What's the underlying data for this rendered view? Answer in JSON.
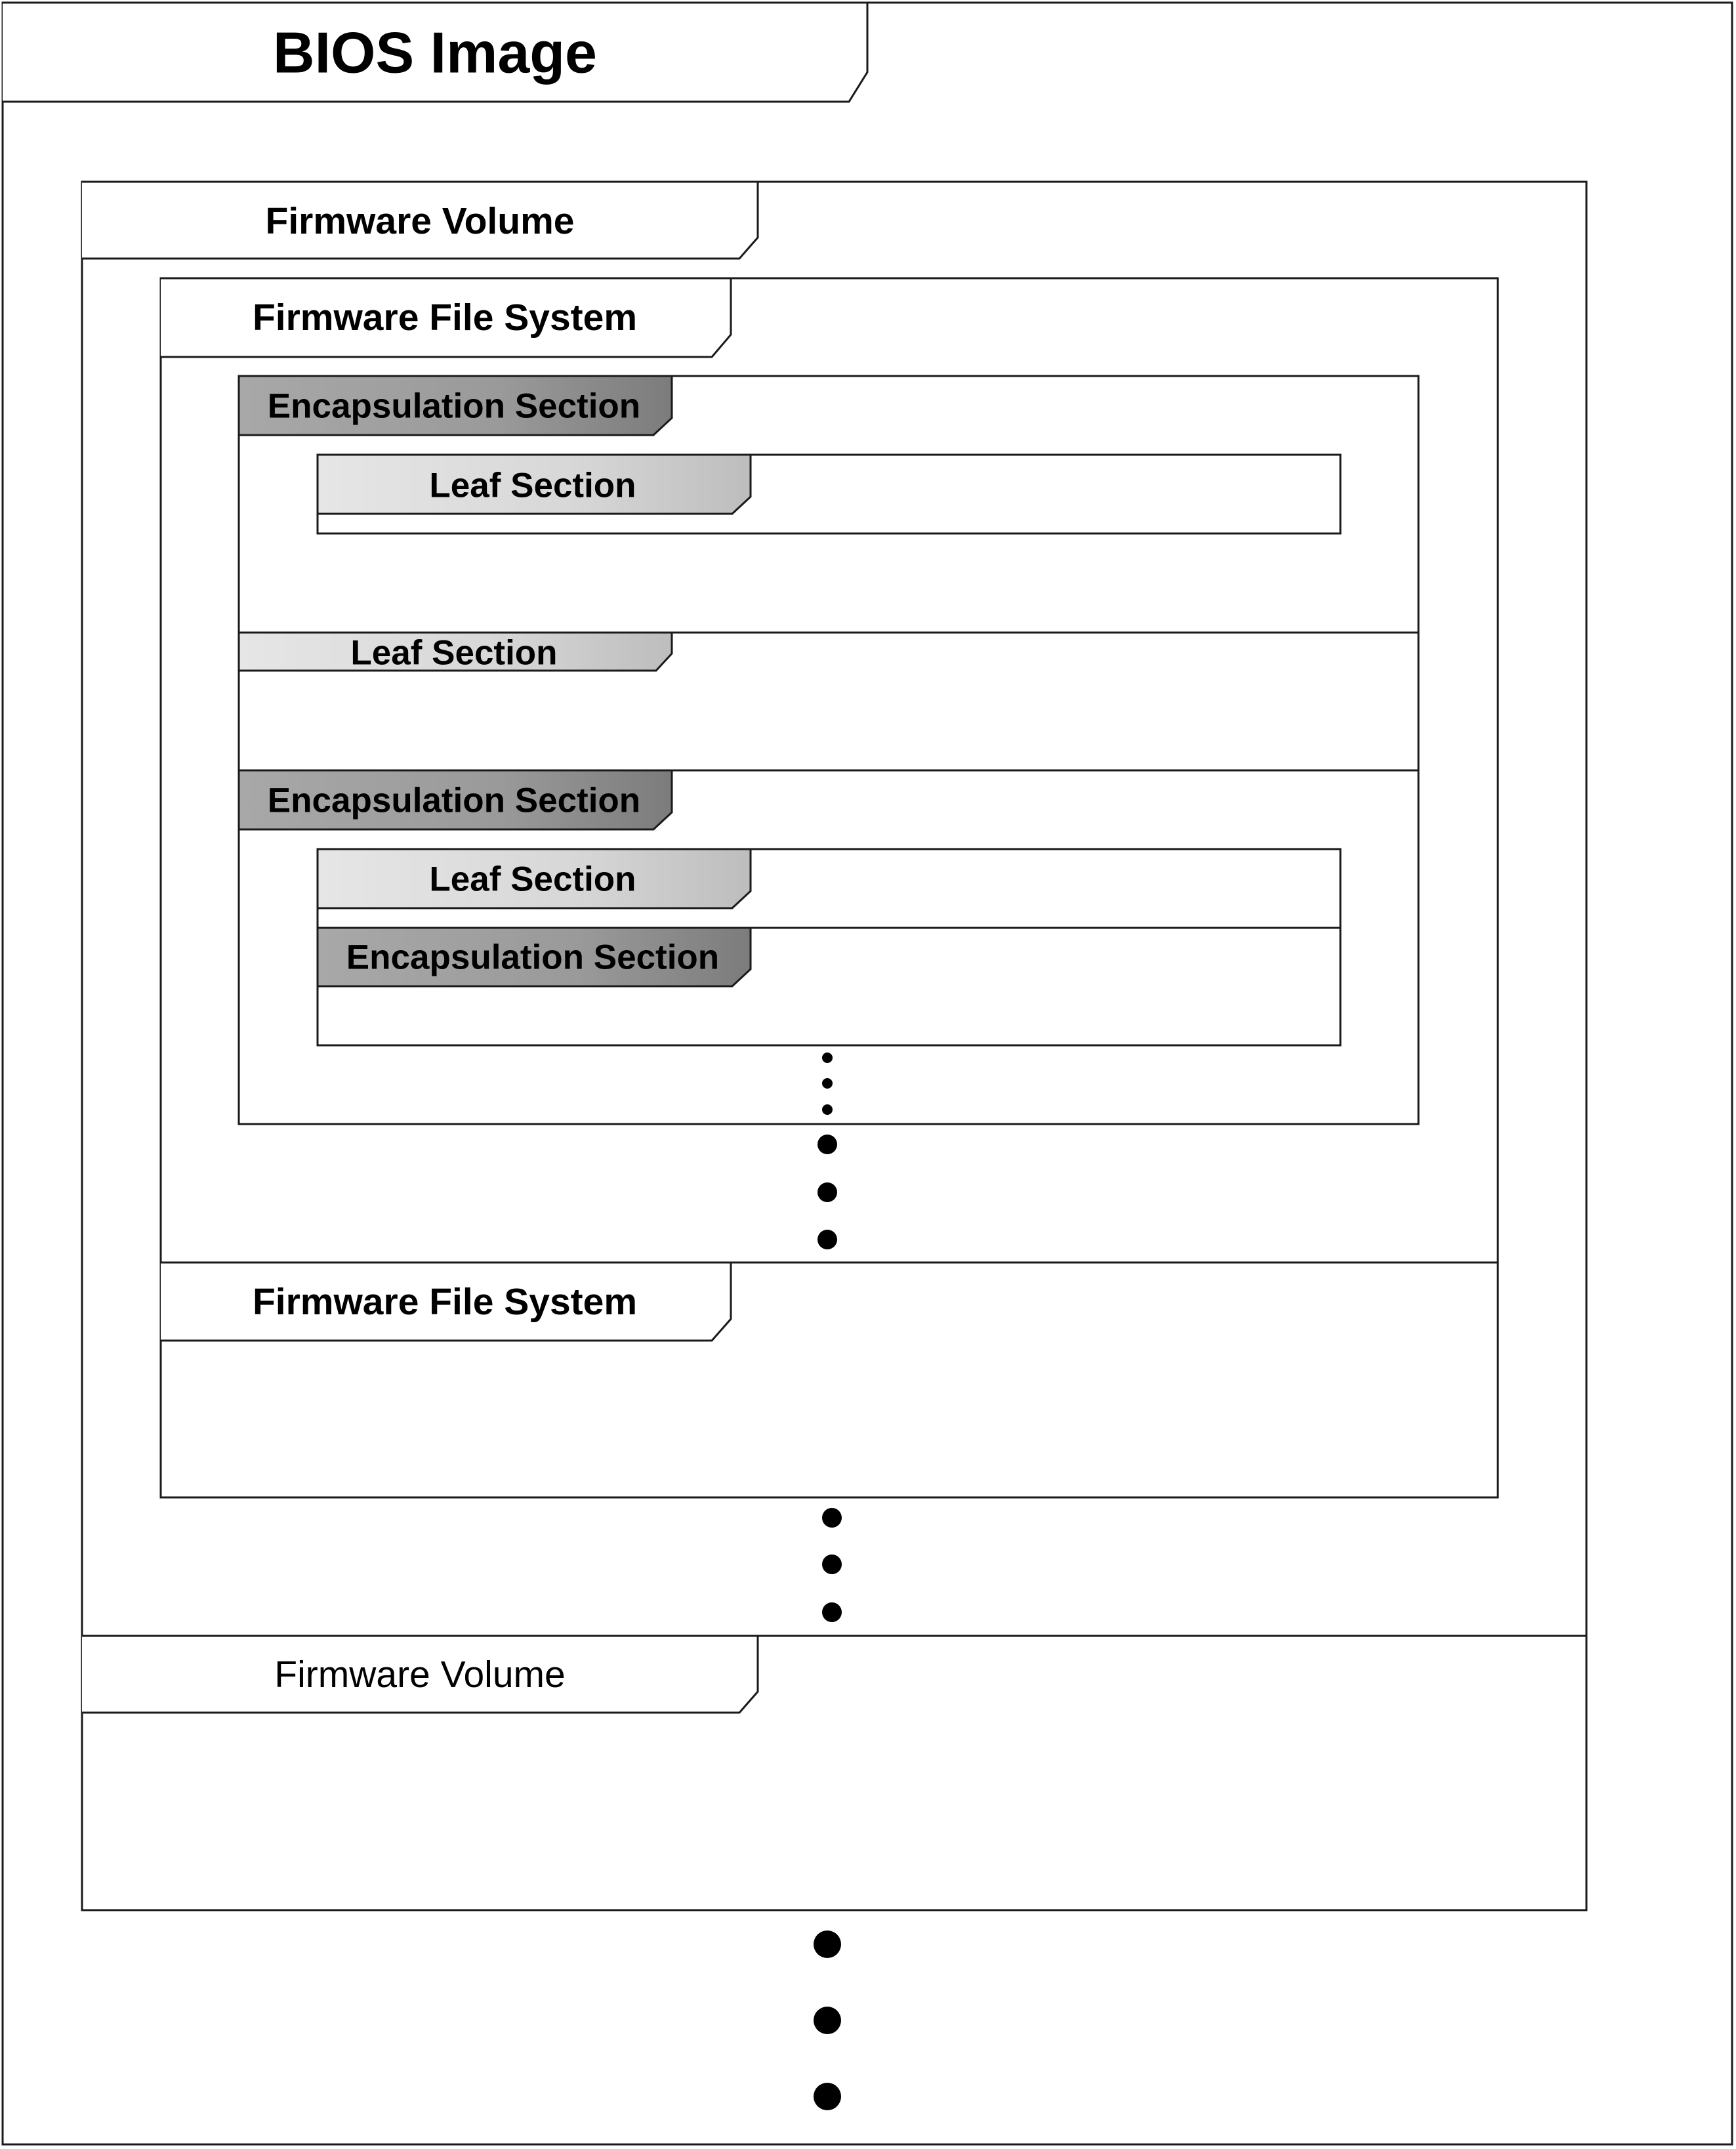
{
  "title": "BIOS Image",
  "labels": {
    "firmware_volume_1": "Firmware Volume",
    "firmware_file_system_1": "Firmware File System",
    "encapsulation_section_1": "Encapsulation Section",
    "leaf_section_1": "Leaf Section",
    "leaf_section_2": "Leaf Section",
    "encapsulation_section_2": "Encapsulation Section",
    "leaf_section_3": "Leaf Section",
    "encapsulation_section_3": "Encapsulation Section",
    "firmware_file_system_2": "Firmware File System",
    "firmware_volume_2": "Firmware Volume"
  },
  "colors": {
    "line": "#1a1a1a",
    "light_section_tab": "#d9d9d9",
    "dark_section_tab": "#9a9a9a",
    "background": "#ffffff"
  }
}
